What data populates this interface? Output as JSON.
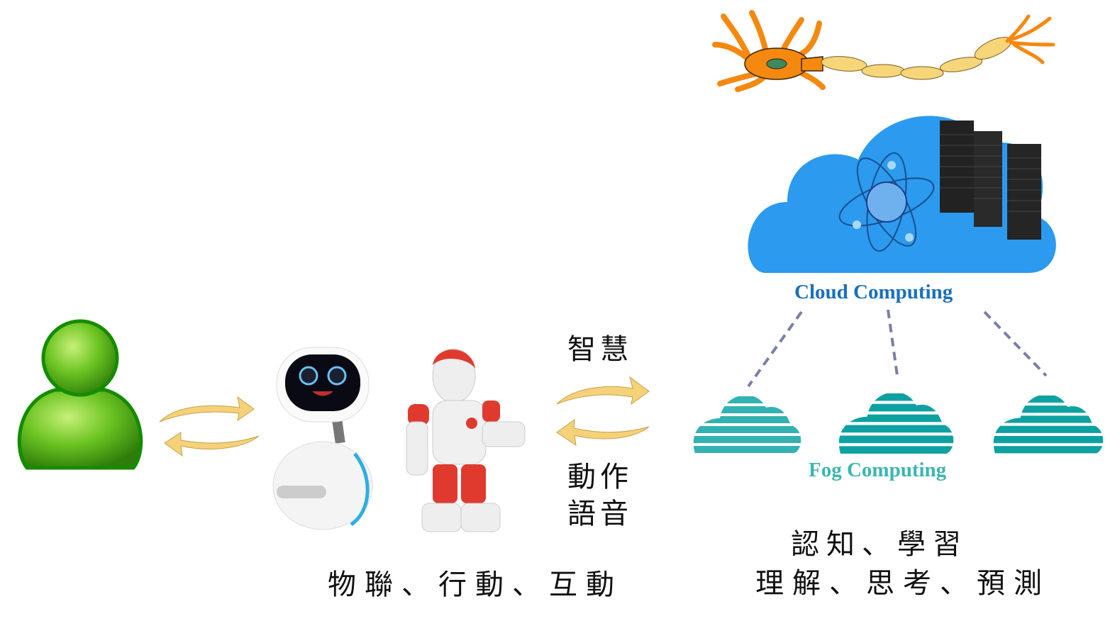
{
  "diagram": {
    "cloud": {
      "label": "Cloud Computing",
      "label_color": "#1a6fbf",
      "fill_color": "#2b9aef",
      "icon": "cloud-server-atom-icon"
    },
    "fog": {
      "label": "Fog Computing",
      "label_color": "#3cb6b0",
      "node_count": 3,
      "fill_color": "#11a3a3",
      "icon": "striped-cloud-icon"
    },
    "neuron": {
      "icon": "neuron-icon",
      "color": "#f5880f"
    },
    "user": {
      "icon": "user-icon",
      "color": "#5cbf1e"
    },
    "robots": [
      {
        "icon": "companion-robot-icon"
      },
      {
        "icon": "humanoid-robot-icon"
      }
    ],
    "arrows": {
      "color": "#f5d27a",
      "icon": "bidirectional-arrow-icon"
    },
    "labels": {
      "intelligence": "智慧",
      "action_line1": "動作",
      "action_line2": "語音",
      "robot_caption": "物聯、行動、互動",
      "cloud_caption_line1": "認知、學習",
      "cloud_caption_line2": "理解、思考、預測"
    }
  }
}
